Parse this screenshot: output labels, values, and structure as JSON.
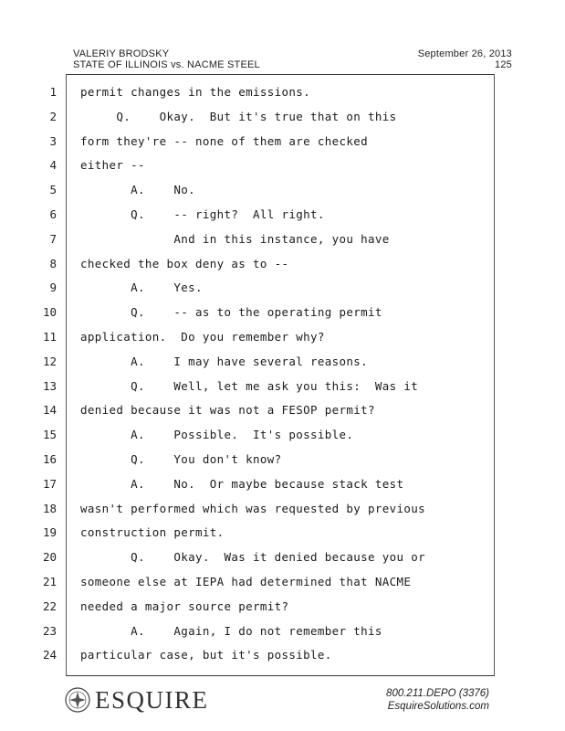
{
  "header": {
    "witness": "VALERIY BRODSKY",
    "case": "STATE OF ILLINOIS vs. NACME STEEL",
    "date": "September 26, 2013",
    "page": "125"
  },
  "lines": [
    {
      "n": "1",
      "t": "permit changes in the emissions."
    },
    {
      "n": "2",
      "t": "     Q.    Okay.  But it's true that on this"
    },
    {
      "n": "3",
      "t": "form they're -- none of them are checked"
    },
    {
      "n": "4",
      "t": "either --"
    },
    {
      "n": "5",
      "t": "       A.    No."
    },
    {
      "n": "6",
      "t": "       Q.    -- right?  All right."
    },
    {
      "n": "7",
      "t": "             And in this instance, you have"
    },
    {
      "n": "8",
      "t": "checked the box deny as to --"
    },
    {
      "n": "9",
      "t": "       A.    Yes."
    },
    {
      "n": "10",
      "t": "       Q.    -- as to the operating permit"
    },
    {
      "n": "11",
      "t": "application.  Do you remember why?"
    },
    {
      "n": "12",
      "t": "       A.    I may have several reasons."
    },
    {
      "n": "13",
      "t": "       Q.    Well, let me ask you this:  Was it"
    },
    {
      "n": "14",
      "t": "denied because it was not a FESOP permit?"
    },
    {
      "n": "15",
      "t": "       A.    Possible.  It's possible."
    },
    {
      "n": "16",
      "t": "       Q.    You don't know?"
    },
    {
      "n": "17",
      "t": "       A.    No.  Or maybe because stack test"
    },
    {
      "n": "18",
      "t": "wasn't performed which was requested by previous"
    },
    {
      "n": "19",
      "t": "construction permit."
    },
    {
      "n": "20",
      "t": "       Q.    Okay.  Was it denied because you or"
    },
    {
      "n": "21",
      "t": "someone else at IEPA had determined that NACME"
    },
    {
      "n": "22",
      "t": "needed a major source permit?"
    },
    {
      "n": "23",
      "t": "       A.    Again, I do not remember this"
    },
    {
      "n": "24",
      "t": "particular case, but it's possible."
    }
  ],
  "footer": {
    "brand": "ESQUIRE",
    "phone": "800.211.DEPO (3376)",
    "site": "EsquireSolutions.com"
  }
}
